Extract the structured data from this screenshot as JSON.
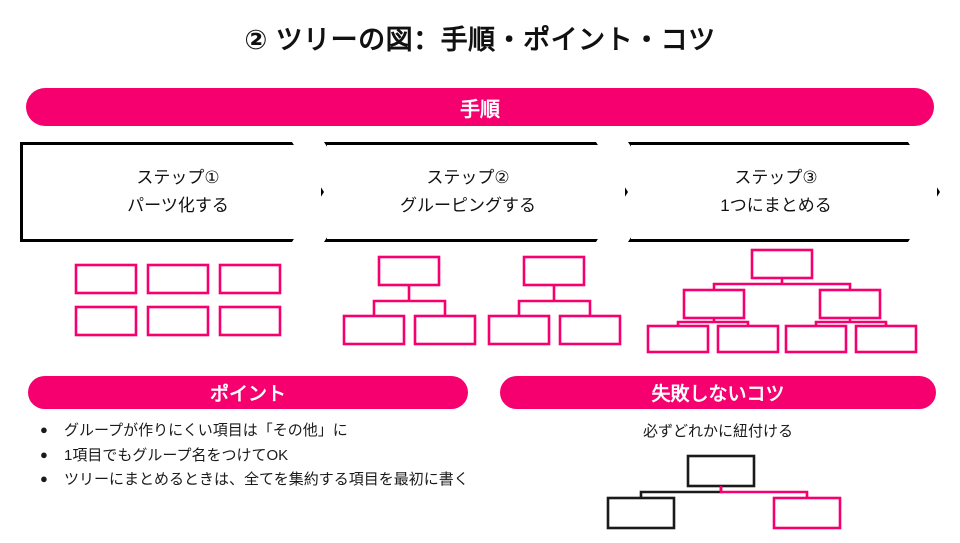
{
  "slide": {
    "title": "② ツリーの図：手順・ポイント・コツ",
    "background": "#FFFFFF",
    "accent_color": "#F5006E",
    "outline_color": "#000000"
  },
  "procedure": {
    "banner_label": "手順",
    "steps": [
      {
        "number_label": "ステップ①",
        "action_label": "パーツ化する"
      },
      {
        "number_label": "ステップ②",
        "action_label": "グルーピングする"
      },
      {
        "number_label": "ステップ③",
        "action_label": "1つにまとめる"
      }
    ]
  },
  "illustrations": {
    "step1_caption": "6個のバラバラなパーツ",
    "step2_caption": "2つのグループツリー",
    "step3_caption": "1つに統合されたツリー"
  },
  "points": {
    "banner_label": "ポイント",
    "items": [
      "グループが作りにくい項目は「その他」に",
      "1項目でもグループ名をつけてOK",
      "ツリーにまとめるときは、全てを集約する項目を最初に書く"
    ],
    "bullet_glyph": "●"
  },
  "tips": {
    "banner_label": "失敗しないコツ",
    "caption": "必ずどれかに紐付ける",
    "diagram_note": "黒いルートから黒とピンクの子へ紐付け"
  }
}
